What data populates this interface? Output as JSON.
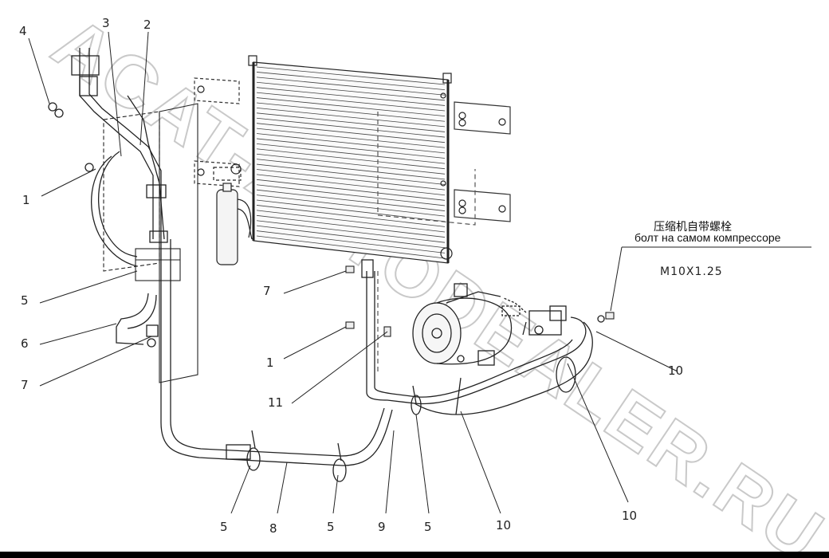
{
  "diagram": {
    "callouts": [
      {
        "id": "c4-top",
        "text": "4"
      },
      {
        "id": "c3-top",
        "text": "3"
      },
      {
        "id": "c2-top",
        "text": "2"
      },
      {
        "id": "c1-left",
        "text": "1"
      },
      {
        "id": "c5-left",
        "text": "5"
      },
      {
        "id": "c6-left",
        "text": "6"
      },
      {
        "id": "c7-left",
        "text": "7"
      },
      {
        "id": "c7-mid",
        "text": "7"
      },
      {
        "id": "c1-mid",
        "text": "1"
      },
      {
        "id": "c11-mid",
        "text": "11"
      },
      {
        "id": "c5-bot-a",
        "text": "5"
      },
      {
        "id": "c8-bot",
        "text": "8"
      },
      {
        "id": "c5-bot-b",
        "text": "5"
      },
      {
        "id": "c9-bot",
        "text": "9"
      },
      {
        "id": "c5-bot-c",
        "text": "5"
      },
      {
        "id": "c10-bot",
        "text": "10"
      },
      {
        "id": "c10-right-bot",
        "text": "10"
      },
      {
        "id": "c10-right",
        "text": "10"
      }
    ],
    "note": {
      "chinese": "压缩机自带螺栓",
      "russian": "болт на самом компрессоре",
      "spec": "M10X1.25"
    },
    "watermark": "ACAT-AUTODEALER.RU"
  }
}
